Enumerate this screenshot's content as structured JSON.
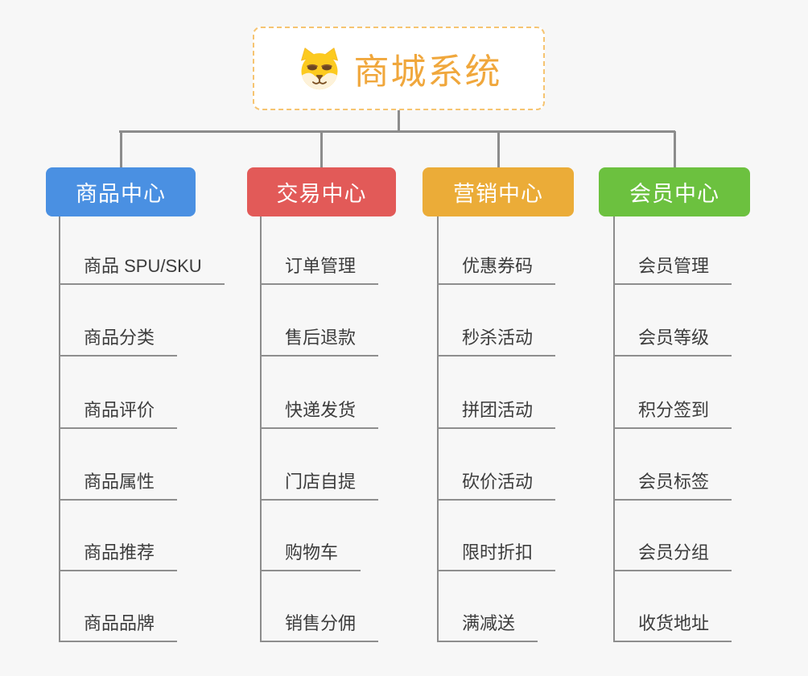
{
  "root": {
    "title": "商城系统",
    "icon": "dog-face-icon",
    "title_color": "#f0a73c",
    "border_color": "#f6c471"
  },
  "connector_color": "#8c8c8c",
  "branches": [
    {
      "label": "商品中心",
      "color": "#4a90e2",
      "items": [
        "商品 SPU/SKU",
        "商品分类",
        "商品评价",
        "商品属性",
        "商品推荐",
        "商品品牌"
      ]
    },
    {
      "label": "交易中心",
      "color": "#e25a58",
      "items": [
        "订单管理",
        "售后退款",
        "快递发货",
        "门店自提",
        "购物车",
        "销售分佣"
      ]
    },
    {
      "label": "营销中心",
      "color": "#ebac38",
      "items": [
        "优惠券码",
        "秒杀活动",
        "拼团活动",
        "砍价活动",
        "限时折扣",
        "满减送"
      ]
    },
    {
      "label": "会员中心",
      "color": "#6cc13f",
      "items": [
        "会员管理",
        "会员等级",
        "积分签到",
        "会员标签",
        "会员分组",
        "收货地址"
      ]
    }
  ]
}
